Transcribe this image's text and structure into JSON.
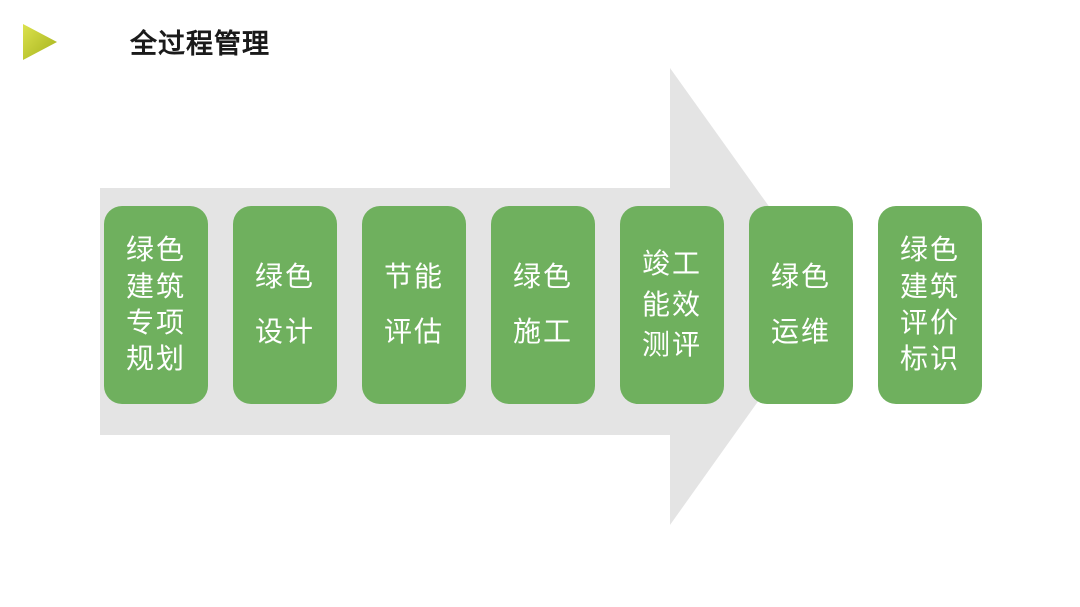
{
  "slide": {
    "title": "全过程管理"
  },
  "theme": {
    "step_color": "#6fb05e",
    "arrow_color": "#e4e4e4",
    "title_color": "#1a1a1a",
    "step_text_color": "#ffffff",
    "bullet_light": "#dce24e",
    "bullet_dark": "#a4b11b",
    "background": "#ffffff"
  },
  "diagram": {
    "steps": [
      {
        "label": "绿色建筑专项规划",
        "lines": [
          "绿色",
          "建筑",
          "专项",
          "规划"
        ]
      },
      {
        "label": "绿色设计",
        "lines": [
          "绿色",
          "设计"
        ]
      },
      {
        "label": "节能评估",
        "lines": [
          "节能",
          "评估"
        ]
      },
      {
        "label": "绿色施工",
        "lines": [
          "绿色",
          "施工"
        ]
      },
      {
        "label": "竣工能效测评",
        "lines": [
          "竣工",
          "能效",
          "测评"
        ]
      },
      {
        "label": "绿色运维",
        "lines": [
          "绿色",
          "运维"
        ]
      },
      {
        "label": "绿色建筑评价标识",
        "lines": [
          "绿色",
          "建筑",
          "评价",
          "标识"
        ]
      }
    ]
  }
}
